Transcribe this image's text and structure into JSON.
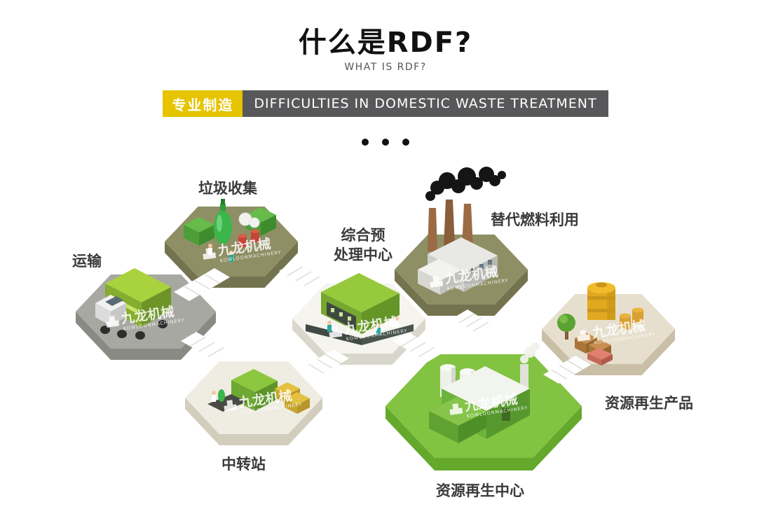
{
  "header": {
    "title": "什么是RDF?",
    "subtitle": "WHAT IS RDF?",
    "tag": "专业制造",
    "banner": "DIFFICULTIES IN DOMESTIC WASTE TREATMENT"
  },
  "colors": {
    "tag_bg": "#e6c400",
    "banner_bg": "#58585a",
    "label_color": "#3a3a3a",
    "green_accent": "#82c341",
    "olive_platform": "#8f8f66",
    "gray_platform": "#a8a8a2"
  },
  "diagram": {
    "watermark": {
      "cn": "九龙机械",
      "en": "KOWLOONMACHINERY"
    },
    "nodes": [
      {
        "id": "transport",
        "label": "运输"
      },
      {
        "id": "collection",
        "label": "垃圾收集"
      },
      {
        "id": "transfer",
        "label": "中转站"
      },
      {
        "id": "pretreatment",
        "label": "综合预\n处理中心"
      },
      {
        "id": "fuel",
        "label": "替代燃料利用"
      },
      {
        "id": "regeneration",
        "label": "资源再生中心"
      },
      {
        "id": "products",
        "label": "资源再生产品"
      }
    ]
  }
}
